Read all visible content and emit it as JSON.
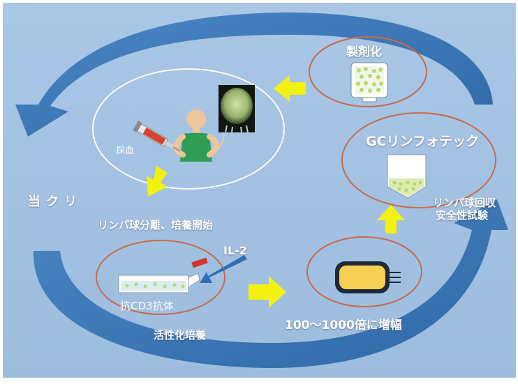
{
  "labels": {
    "formulation": "製剤化",
    "blood_draw": "採血",
    "company": "当クリ",
    "lymph_separation": "リンパ球分離、培養開始",
    "il2": "IL-2",
    "anti_cd3": "抗CD3抗体",
    "activation": "活性化培養",
    "expansion": "100～1000倍に増幅",
    "lab_name": "GCリンフォテック",
    "recovery_line1": "リンパ球回収",
    "recovery_line2": "安全性試験"
  },
  "colors": {
    "background": "#a4c2e2",
    "ring_arrow": "#3f79b8",
    "ellipse_orange": "#c96a4a",
    "ellipse_white": "#ffffff",
    "yellow_arrow": "#f2f20e",
    "cell_green": "#b9d96b",
    "bag_yellow": "#f6cf55"
  },
  "icons": [
    "patient-icon",
    "syringe-icon",
    "cell-culture-photo",
    "formulation-bag-icon",
    "culture-flask-icon",
    "culture-bag-icon",
    "centrifuge-tube-icon",
    "reagent-vial-icon"
  ]
}
